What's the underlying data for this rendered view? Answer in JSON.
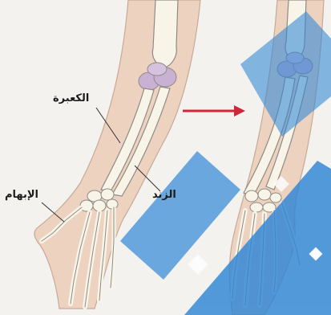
{
  "labels": {
    "radius": "الكعبرة",
    "ulna": "الزند",
    "thumb": "الإبهام"
  },
  "colors": {
    "background": "#f3f2ef",
    "skin": "#edd2c0",
    "bone": "#f8f4e8",
    "bone_outline": "#8d8b85",
    "joint": "#c9b1d4",
    "arrow": "#d0263a",
    "watermark": "#2f86d6"
  }
}
